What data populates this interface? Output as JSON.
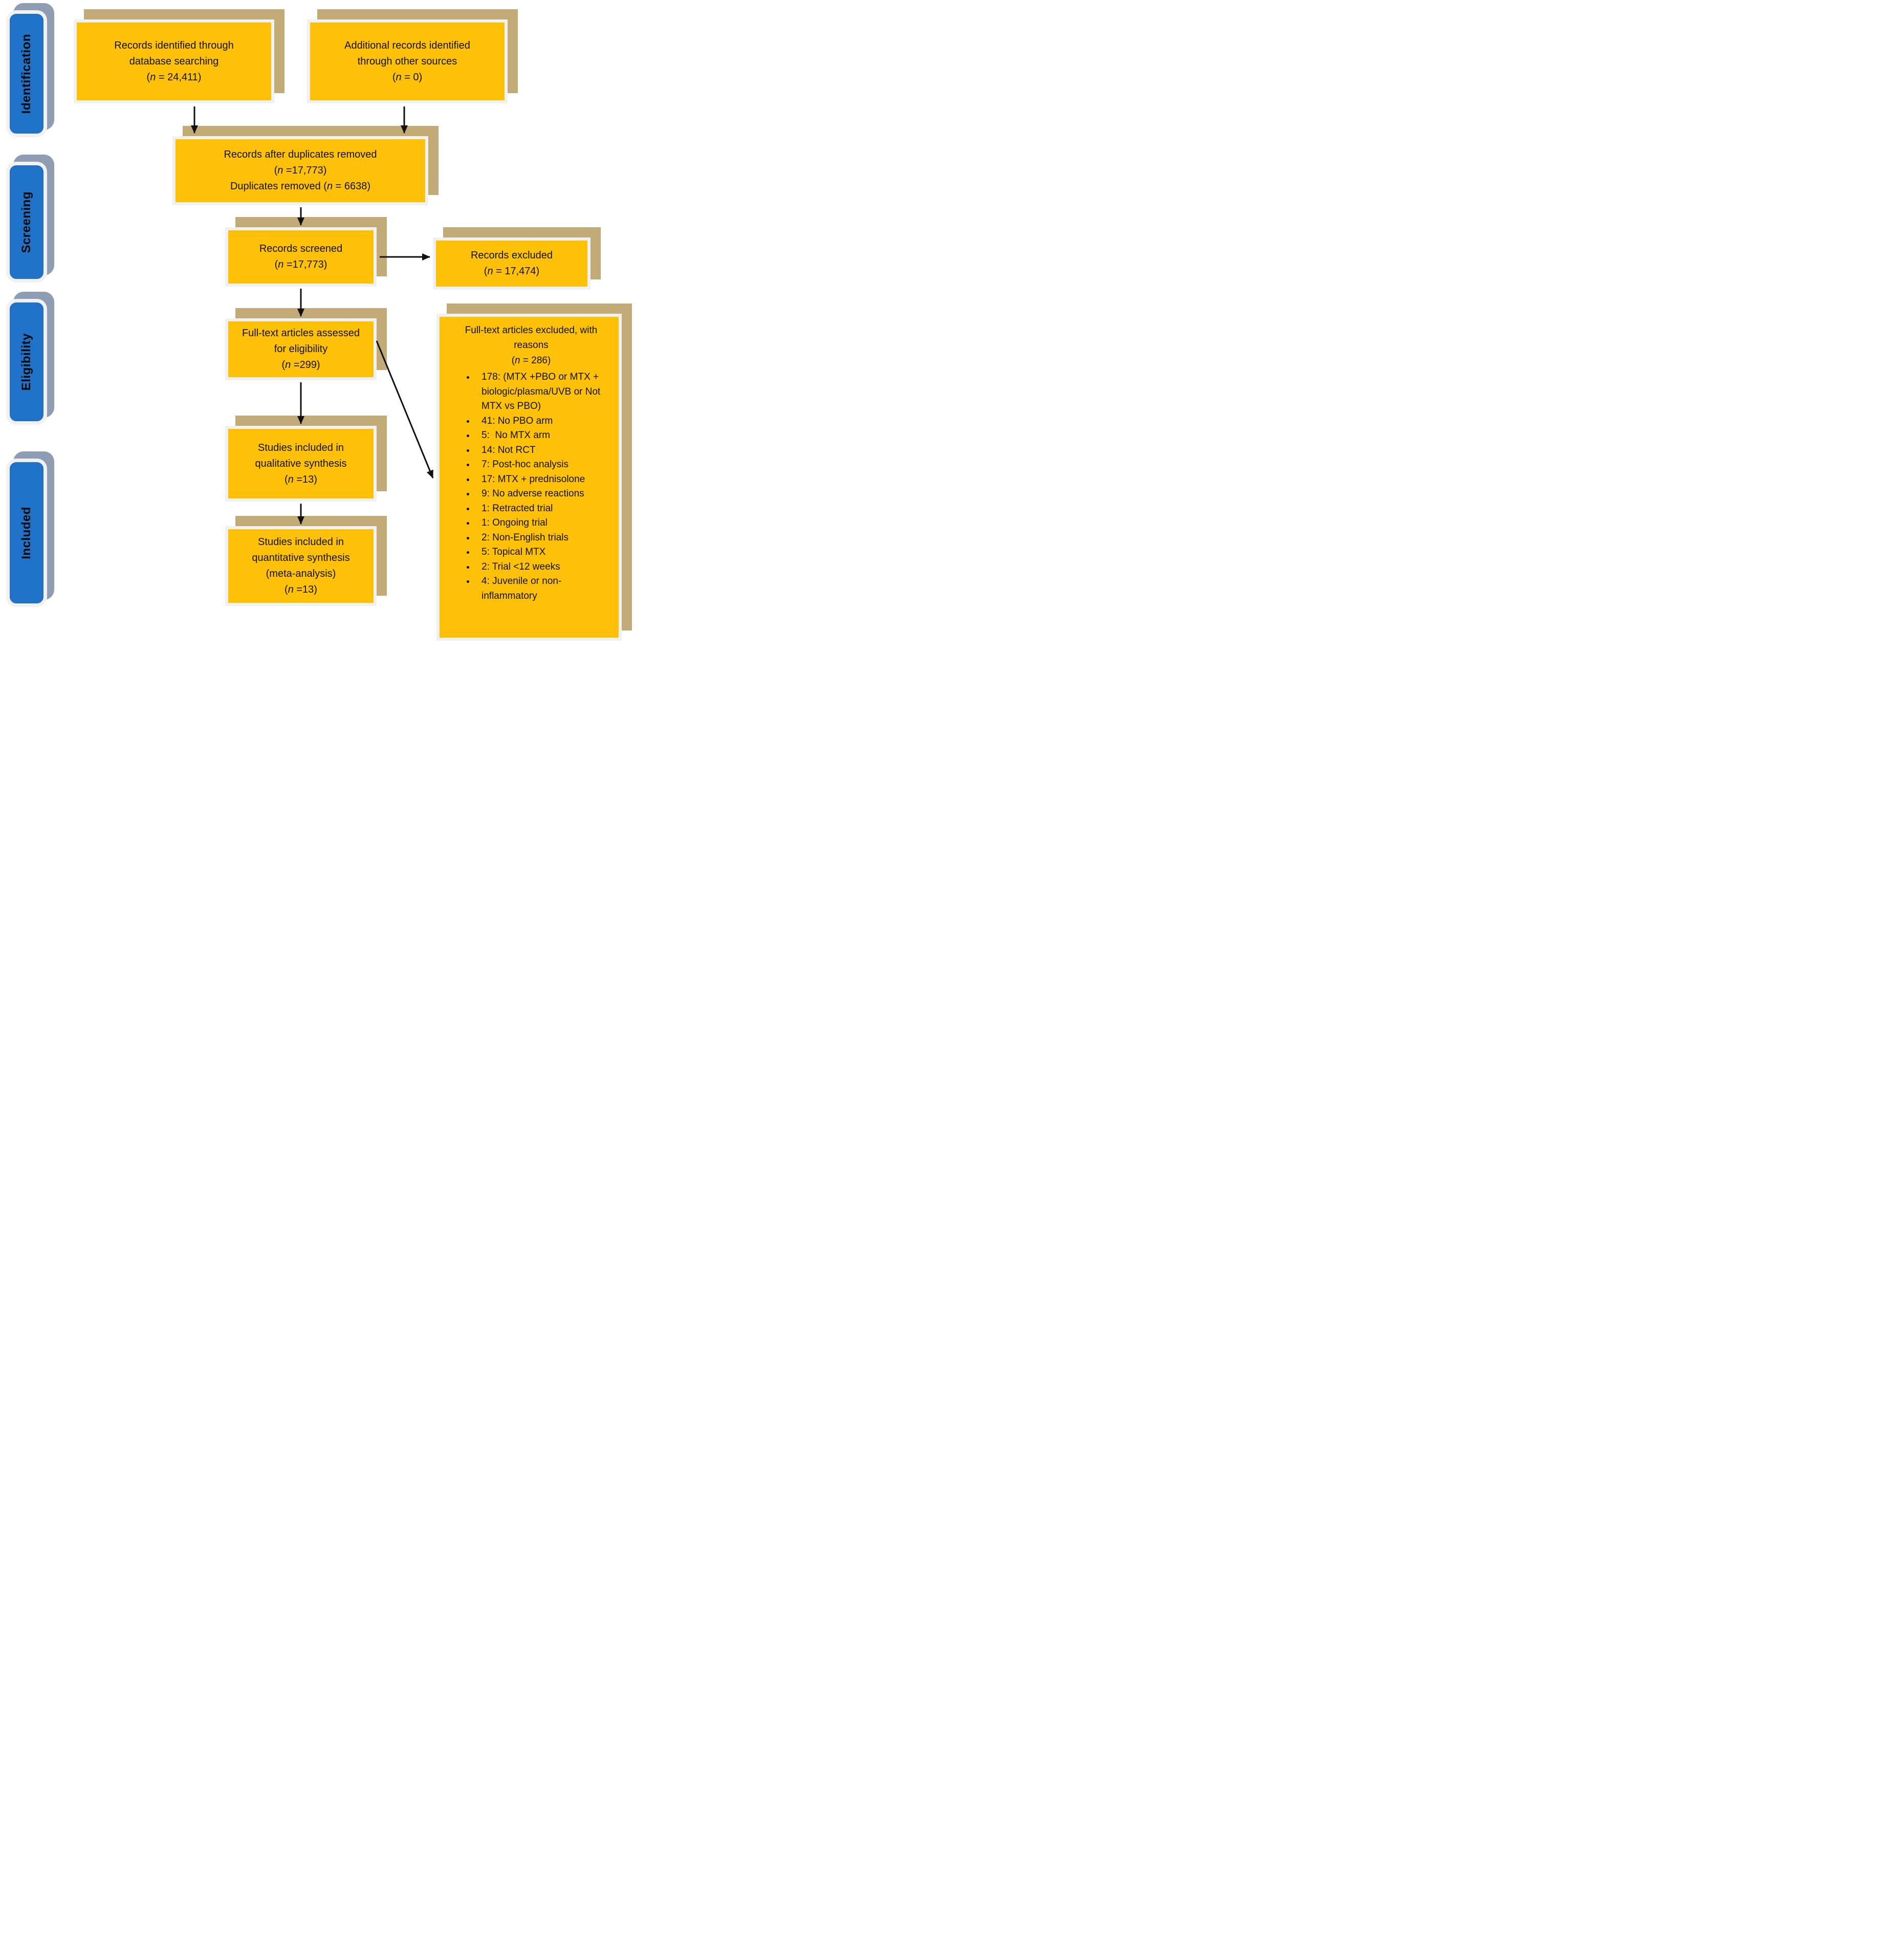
{
  "diagram": {
    "kind": "PRISMA flow diagram",
    "stages": [
      {
        "id": "identification",
        "label": "Identification"
      },
      {
        "id": "screening",
        "label": "Screening"
      },
      {
        "id": "eligibility",
        "label": "Eligibility"
      },
      {
        "id": "included",
        "label": "Included"
      }
    ],
    "boxes": {
      "identified": {
        "text": "Records identified through\ndatabase searching\n(n = 24,411)"
      },
      "additional": {
        "text": "Additional records identified\nthrough other sources\n(n = 0)"
      },
      "deduplicated": {
        "text": "Records after duplicates removed\n(n =17,773)\nDuplicates removed (n = 6638)"
      },
      "screened": {
        "text": "Records screened\n(n =17,773)"
      },
      "excluded": {
        "text": "Records excluded\n(n = 17,474)"
      },
      "fulltext": {
        "text": "Full-text articles assessed\nfor eligibility\n(n =299)"
      },
      "qualitative": {
        "text": "Studies included in\nqualitative synthesis\n(n =13)"
      },
      "quantitative": {
        "text": "Studies included in\nquantitative synthesis\n(meta-analysis)\n(n =13)"
      },
      "reasons": {
        "header": "Full-text articles excluded, with\nreasons\n(n = 286)",
        "items": [
          "178: (MTX +PBO or MTX + biologic/plasma/UVB or Not MTX vs PBO)",
          "41: No PBO arm",
          "5:  No MTX arm",
          "14: Not RCT",
          "7: Post-hoc analysis",
          "17: MTX + prednisolone",
          "9: No adverse reactions",
          "1: Retracted trial",
          "1: Ongoing trial",
          "2: Non-English trials",
          "5: Topical MTX",
          "2: Trial <12 weeks",
          "4: Juvenile or non-inflammatory"
        ]
      }
    },
    "colors": {
      "yellow": "#FFC107",
      "tan": "#C3AB78",
      "blue": "#1F72C7",
      "gray": "#8E9DB4",
      "frame": "#F1F1F1",
      "arrow": "#111111",
      "ink": "#111111"
    }
  }
}
